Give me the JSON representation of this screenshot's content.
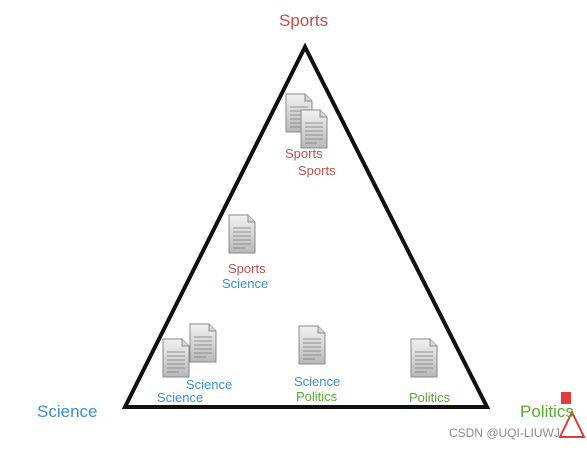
{
  "colors": {
    "sports": "#c0504d",
    "science": "#3a8fd6",
    "politics": "#5aa832",
    "triangle": "#111111"
  },
  "vertices": {
    "sports": "Sports",
    "science": "Science",
    "politics": "Politics"
  },
  "documents": [
    {
      "icon": "document-icon",
      "labels": [
        {
          "text": "Sports",
          "topic": "sports"
        },
        {
          "text": "Sports",
          "topic": "sports"
        }
      ]
    },
    {
      "icon": "document-icon",
      "labels": [
        {
          "text": "Sports",
          "topic": "sports"
        },
        {
          "text": "Science",
          "topic": "science"
        }
      ]
    },
    {
      "icon": "document-icon",
      "labels": [
        {
          "text": "Science",
          "topic": "science"
        },
        {
          "text": "Science",
          "topic": "science"
        }
      ]
    },
    {
      "icon": "document-icon",
      "labels": [
        {
          "text": "Science",
          "topic": "science"
        },
        {
          "text": "Politics",
          "topic": "politics"
        }
      ]
    },
    {
      "icon": "document-icon",
      "labels": [
        {
          "text": "Politics",
          "topic": "politics"
        }
      ]
    }
  ],
  "watermark": "CSDN @UQI-LIUWJ"
}
